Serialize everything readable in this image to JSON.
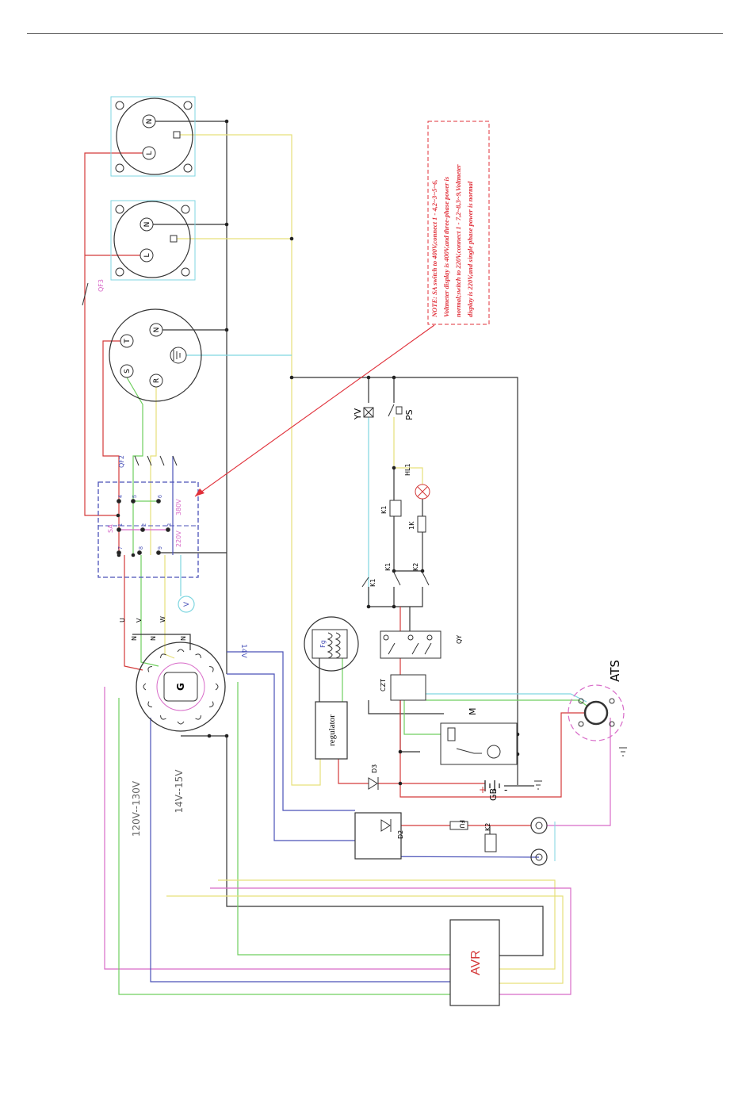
{
  "components": {
    "outlet_1": {
      "n": "N",
      "l": "L"
    },
    "outlet_2": {
      "n": "N",
      "l": "L"
    },
    "breaker_qf3": "QF3",
    "socket_3ph": {
      "t": "T",
      "n": "N",
      "s": "S",
      "r": "R"
    },
    "breaker_qf2": "QF2",
    "selector": {
      "name": "SA",
      "v380": "380V",
      "v220": "220V",
      "terms": [
        "4",
        "5",
        "6",
        "1",
        "2",
        "3",
        "7",
        "8",
        "9"
      ]
    },
    "phases": {
      "u": "U",
      "v": "V",
      "w": "W",
      "n": "N"
    },
    "generator": "G",
    "winding_14v": "14V",
    "exciter": "Fg",
    "regulator": "regulator",
    "rect_d3": "D3",
    "rect_d2": "D2",
    "fuse": "FU",
    "relay_k2": "K2",
    "volt_120": "120V--130V",
    "volt_14": "14V--15V",
    "avr": "AVR",
    "valve_yv": "YV",
    "pressure_ps": "PS",
    "lamp_hl1": "HL1",
    "relay_k1": "K1",
    "resistor_1k": "1K",
    "contact_k1": "K1",
    "contact_k2": "K2",
    "qy": "QY",
    "czt": "CZT",
    "motor": "M",
    "battery": {
      "name": "GB",
      "plus": "+",
      "minus": "-"
    },
    "ats": "ATS"
  },
  "note": {
    "lines": [
      "NOTE: SA switch to 400V,connect 1 - 4,2~3~5~6,",
      "Voltmeter display is 400V,and three-phase power is",
      "normal;switch to 220V,connect 1 - 7,2~8,3~9,Voltmeter",
      "display is 220V,and single phase power is normal"
    ]
  },
  "colors": {
    "red": "#d43a3a",
    "green": "#6fcf5f",
    "yellow": "#e6e07a",
    "cyan": "#7fd6e0",
    "blue": "#4a52b8",
    "magenta": "#d86bc8",
    "gray": "#333333",
    "note": "#e0303a"
  }
}
